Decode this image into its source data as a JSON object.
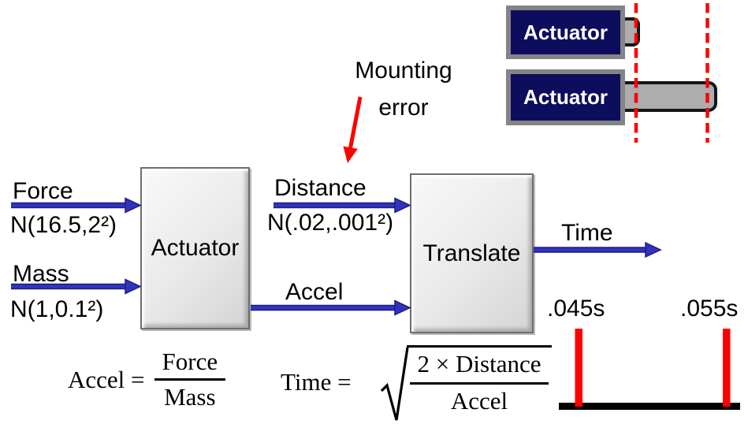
{
  "flow": {
    "inputs": [
      {
        "label": "Force",
        "distribution": "N(16.5,2²)"
      },
      {
        "label": "Mass",
        "distribution": "N(1,0.1²)"
      }
    ],
    "blocks": [
      {
        "label": "Actuator"
      },
      {
        "label": "Translate"
      }
    ],
    "signals": [
      {
        "label": "Distance",
        "distribution": "N(.02,.001²)"
      },
      {
        "label": "Accel"
      }
    ],
    "output": {
      "label": "Time"
    }
  },
  "annotation": {
    "line1": "Mounting",
    "line2": "error"
  },
  "illustration": {
    "top_box_label": "Actuator",
    "bottom_box_label": "Actuator"
  },
  "timeline": {
    "left_label": ".045s",
    "right_label": ".055s"
  },
  "formulas": {
    "accel": {
      "lhs": "Accel =",
      "numerator": "Force",
      "denominator": "Mass"
    },
    "time": {
      "lhs": "Time =",
      "numerator": "2 × Distance",
      "denominator": "Accel"
    }
  },
  "colors": {
    "arrow_blue": "#3133c0",
    "arrow_blue_outline": "#1d1e7a",
    "accent_red": "#ff0000",
    "box_navy": "#0d0d5e",
    "box_border_gray": "#848484",
    "block_gray": "#e9e9e9",
    "timeline_black": "#000000"
  }
}
